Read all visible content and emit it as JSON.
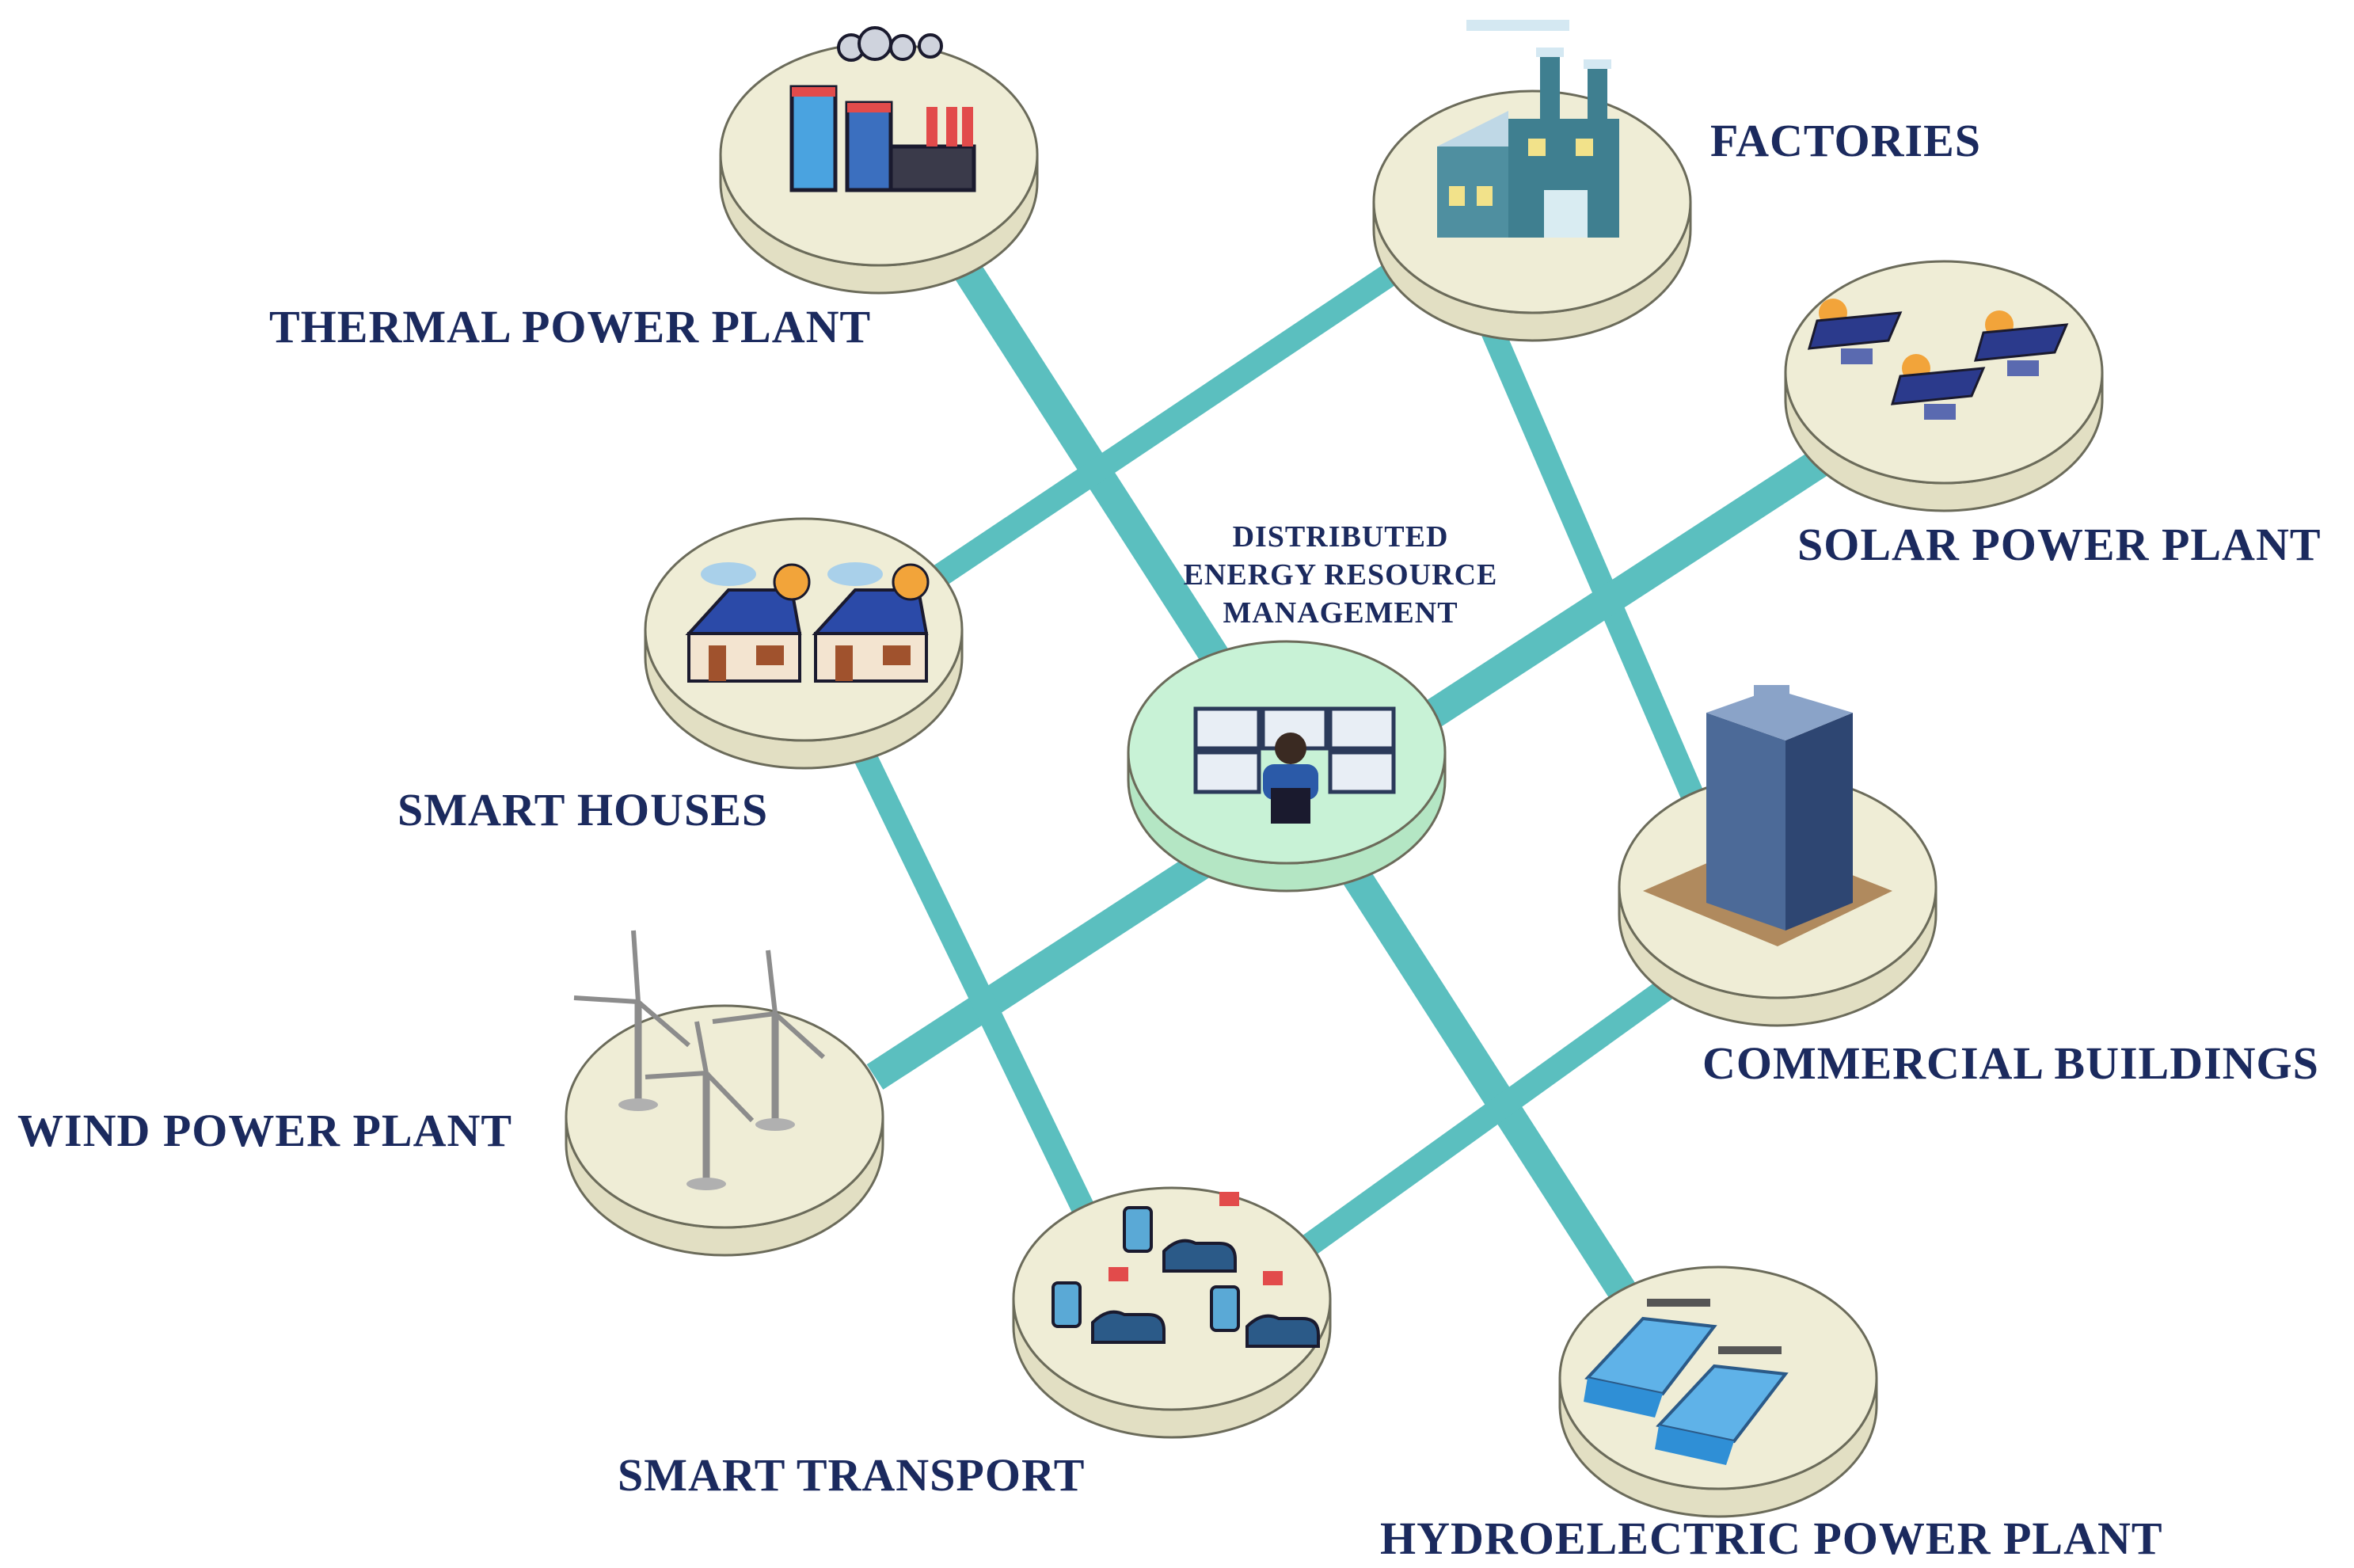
{
  "diagram": {
    "center": {
      "label_lines": [
        "DISTRIBUTED",
        "ENERGY RESOURCE",
        "MANAGEMENT"
      ],
      "icon": "control-room-operator-icon"
    },
    "nodes": [
      {
        "id": "thermal",
        "label": "THERMAL POWER PLANT",
        "icon": "thermal-plant-icon"
      },
      {
        "id": "factories",
        "label": "FACTORIES",
        "icon": "factory-icon"
      },
      {
        "id": "solar",
        "label": "SOLAR POWER PLANT",
        "icon": "solar-panel-icon"
      },
      {
        "id": "houses",
        "label": "SMART HOUSES",
        "icon": "smart-house-icon"
      },
      {
        "id": "commercial",
        "label": "COMMERCIAL BUILDINGS",
        "icon": "office-tower-icon"
      },
      {
        "id": "wind",
        "label": "WIND POWER PLANT",
        "icon": "wind-turbine-icon"
      },
      {
        "id": "transport",
        "label": "SMART TRANSPORT",
        "icon": "ev-charging-icon"
      },
      {
        "id": "hydro",
        "label": "HYDROELECTRIC POWER PLANT",
        "icon": "hydro-dam-icon"
      }
    ],
    "colors": {
      "link": "#5bbfbf",
      "disk": "#efedd6",
      "center_disk": "#c8f2d6",
      "label": "#1b2a5e"
    }
  }
}
